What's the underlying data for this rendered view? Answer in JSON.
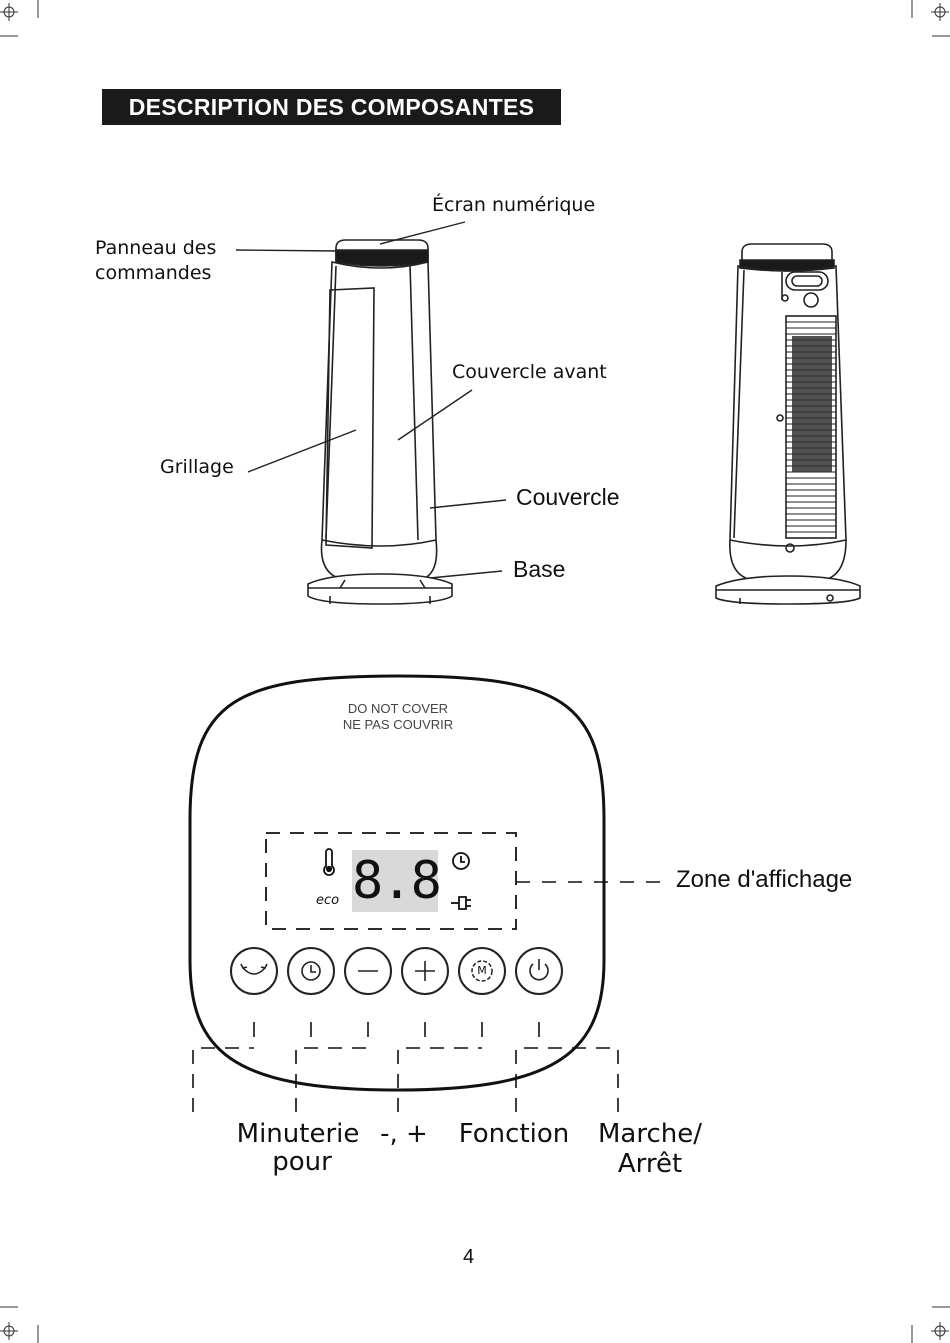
{
  "section_title": "DESCRIPTION DES COMPOSANTES",
  "labels": {
    "display_screen": "Écran numérique",
    "control_panel_line1": "Panneau des",
    "control_panel_line2": "commandes",
    "front_cover": "Couvercle avant",
    "grille": "Grillage",
    "cover": "Couvercle",
    "base": "Base"
  },
  "panel": {
    "warning_line1": "DO NOT COVER",
    "warning_line2": "NE PAS COUVRIR",
    "display_digits": "8.8",
    "display_zone_label": "Zone d'affichage",
    "eco_text": "eco",
    "button_m_text": "M"
  },
  "functions": {
    "timer_line1": "Minuterie",
    "timer_line2": "pour",
    "minus_plus": "-, +",
    "function": "Fonction",
    "power_line1": "Marche/",
    "power_line2": "Arrêt"
  },
  "icons": [
    "thermometer-icon",
    "clock-icon",
    "eco-icon",
    "plug-icon",
    "oscillation-icon",
    "timer-icon",
    "minus-icon",
    "plus-icon",
    "mode-icon",
    "power-icon"
  ],
  "page_number": "4"
}
